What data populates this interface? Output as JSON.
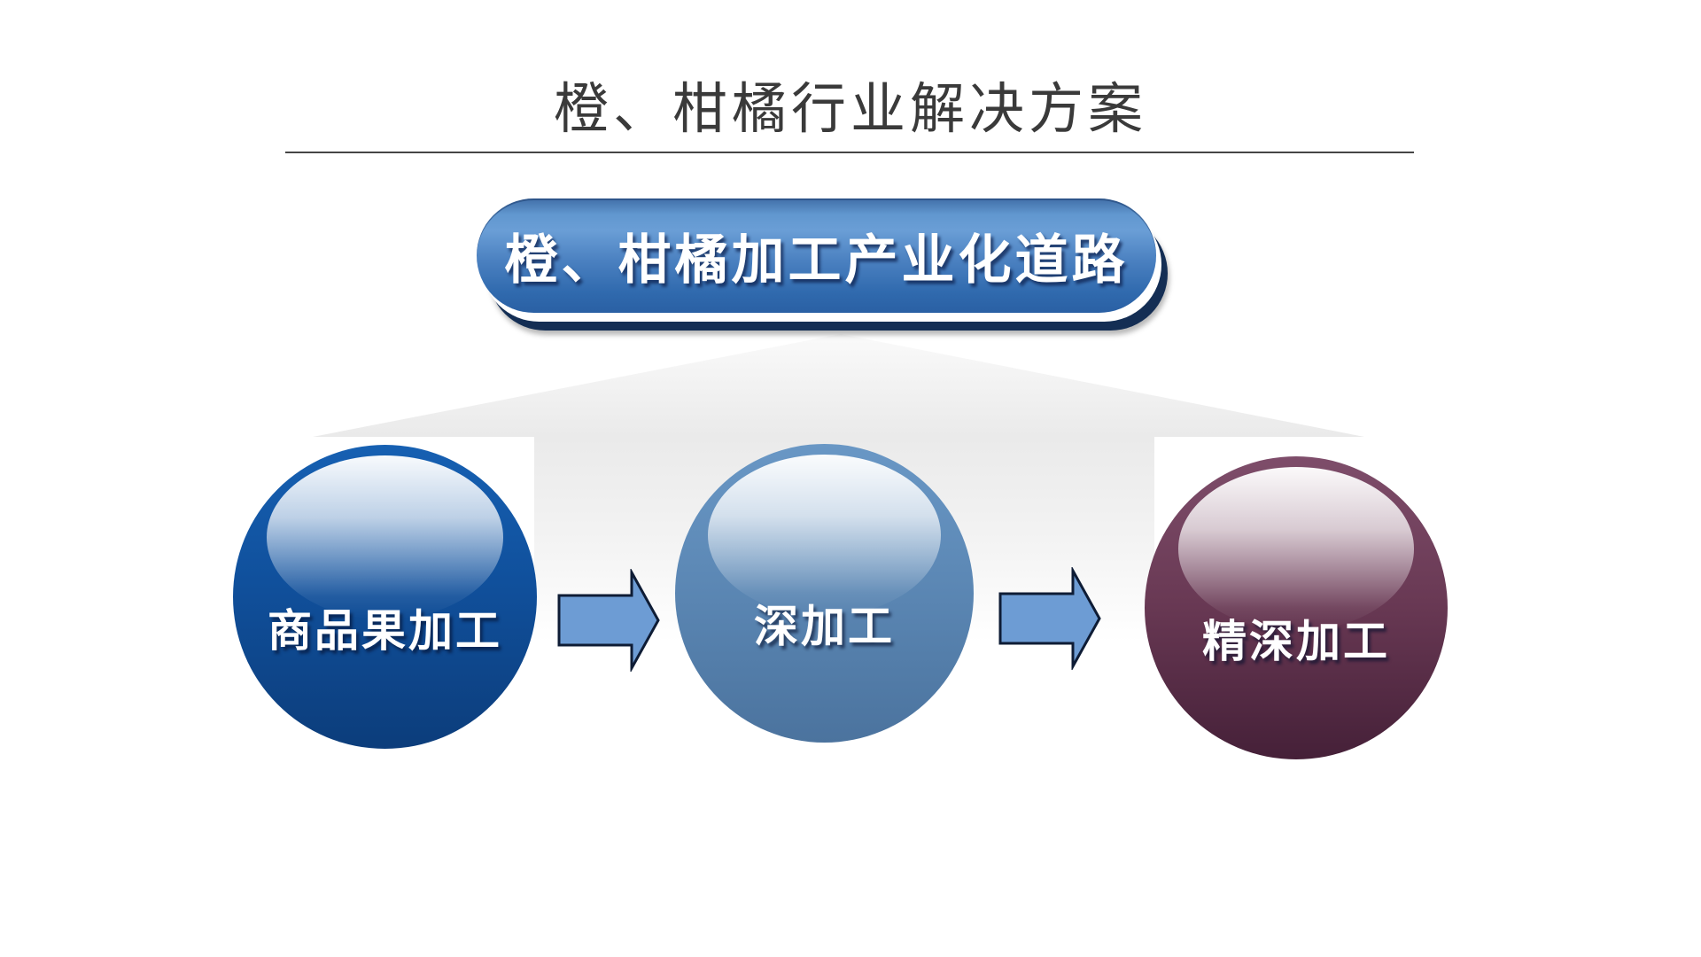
{
  "slide": {
    "title": "橙、柑橘行业解决方案",
    "banner": {
      "label": "橙、柑橘加工产业化道路"
    },
    "steps": [
      {
        "label": "商品果加工"
      },
      {
        "label": "深加工"
      },
      {
        "label": "精深加工"
      }
    ],
    "flow": {
      "direction": "left-to-right",
      "connector": "right-arrow"
    }
  },
  "theme": {
    "title-color": "#3a3a3a",
    "rule-color": "#454545",
    "banner-blue-top": "#6a9ed6",
    "banner-blue-bottom": "#2a60a4",
    "banner-shadow-navy": "#142e54",
    "tri-gray": "#eaeaea",
    "sphere1-top": "#1660b2",
    "sphere1-bottom": "#0c3d7b",
    "sphere2-top": "#6997c5",
    "sphere2-bottom": "#4b739e",
    "sphere3-top": "#7e4d6a",
    "sphere3-bottom": "#452038",
    "arrow-fill": "#6d9cd4",
    "arrow-outline": "#0e1c35"
  }
}
